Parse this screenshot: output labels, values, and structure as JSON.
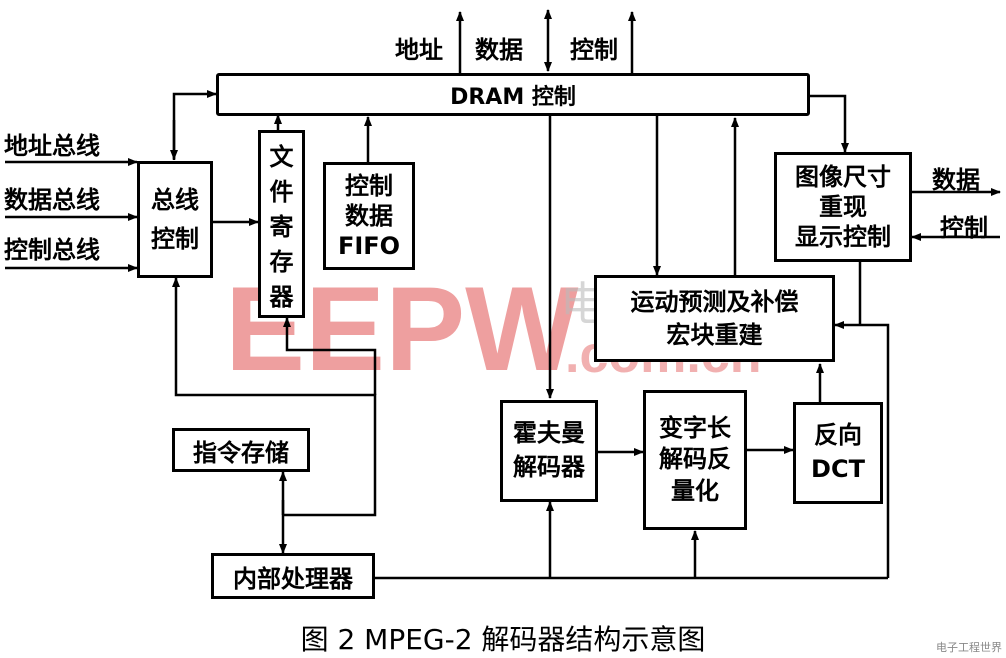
{
  "blocks": {
    "dram": "DRAM 控制",
    "bus_control": [
      "总线",
      "控制"
    ],
    "file_register": [
      "文",
      "件",
      "寄",
      "存",
      "器"
    ],
    "control_fifo": [
      "控制",
      "数据",
      "FIFO"
    ],
    "image_size": [
      "图像尺寸",
      "重现",
      "显示控制"
    ],
    "motion_comp": [
      "运动预测及补偿",
      "宏块重建"
    ],
    "huffman": [
      "霍夫曼",
      "解码器"
    ],
    "vlc": [
      "变字长",
      "解码反",
      "量化"
    ],
    "idct": [
      "反向",
      "DCT"
    ],
    "instr_storage": "指令存储",
    "internal_proc": "内部处理器"
  },
  "top_labels": {
    "address": "地址",
    "data": "数据",
    "control": "控制"
  },
  "left_labels": {
    "address_bus": "地址总线",
    "data_bus": "数据总线",
    "control_bus": "控制总线"
  },
  "right_labels": {
    "data": "数据",
    "control": "控制"
  },
  "caption": "图 2 MPEG-2 解码器结构示意图",
  "watermark": {
    "main": "EEPW",
    "sub": ".com.cn",
    "cn": "电子产品世界"
  },
  "corner_logo": "电子工程世界"
}
